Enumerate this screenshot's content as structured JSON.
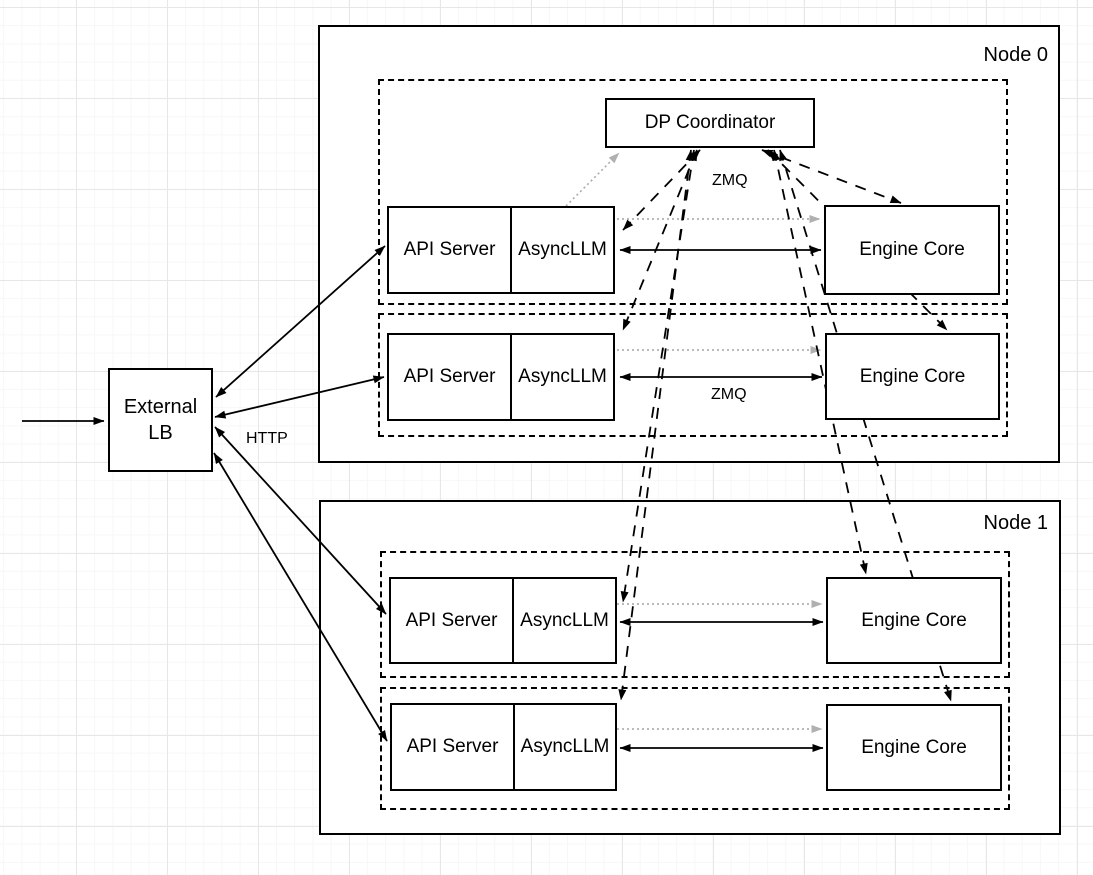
{
  "colors": {
    "line": "#000000",
    "gray_line": "#b0b0b0",
    "box_fill": "#ffffff",
    "grid_minor": "#f7f7f7",
    "grid_major": "#e7e7e7"
  },
  "coordinator": {
    "label": "DP Coordinator"
  },
  "external_lb": {
    "line1": "External",
    "line2": "LB"
  },
  "edge_labels": {
    "zmq_coordinator": "ZMQ",
    "zmq_engine": "ZMQ",
    "http": "HTTP"
  },
  "nodes": [
    {
      "label": "Node 0",
      "rows": [
        {
          "api_server": "API Server",
          "asyncllm": "AsyncLLM",
          "engine_core": "Engine Core"
        },
        {
          "api_server": "API Server",
          "asyncllm": "AsyncLLM",
          "engine_core": "Engine Core"
        }
      ]
    },
    {
      "label": "Node 1",
      "rows": [
        {
          "api_server": "API Server",
          "asyncllm": "AsyncLLM",
          "engine_core": "Engine Core"
        },
        {
          "api_server": "API Server",
          "asyncllm": "AsyncLLM",
          "engine_core": "Engine Core"
        }
      ]
    }
  ]
}
